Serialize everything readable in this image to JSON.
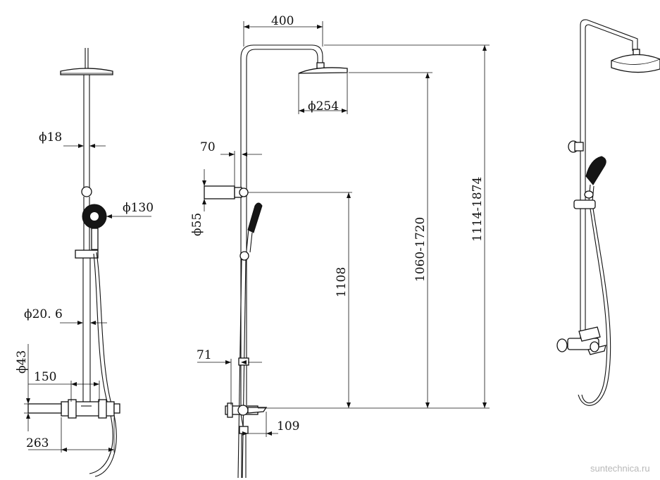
{
  "front_view": {
    "pipe_diameter": "ϕ18",
    "hand_shower_diameter": "ϕ130",
    "lower_pipe_diameter": "ϕ20. 6",
    "mixer_body_diameter": "ϕ43",
    "mixer_spacing": "150",
    "mixer_width": "263"
  },
  "side_view": {
    "arm_reach": "400",
    "head_diameter": "ϕ254",
    "wall_offset_upper": "70",
    "bracket_height": "ϕ55",
    "wall_offset_lower": "71",
    "spout_length": "109",
    "height_bracket": "1108",
    "height_head": "1060-1720",
    "height_total": "1114-1874"
  },
  "watermark": "suntechnica.ru"
}
